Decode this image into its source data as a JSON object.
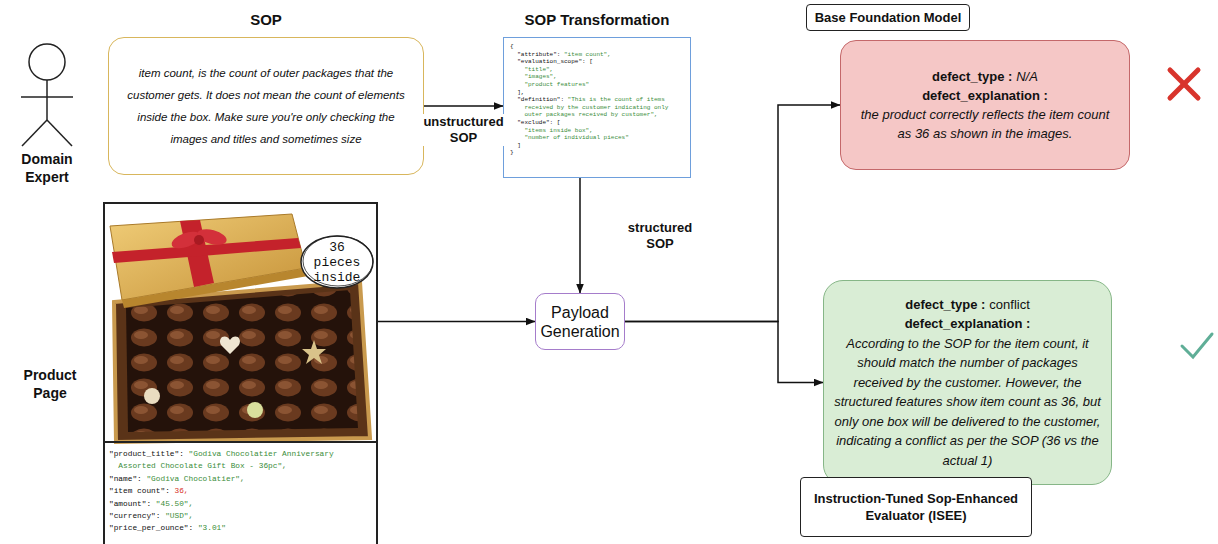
{
  "diagram": {
    "nodes": [
      {
        "text": [
          "SOP",
          "item count, is the count of outer packages that the customer gets. It does not mean the count of elements inside the box. Make sure you're only checking the images and titles and sometimes size"
        ]
      },
      {
        "text": [
          "SOP Transformation",
          "{",
          "\"attribute\":",
          "\"item count\",",
          "\"evaluation_scope\": [",
          "\"title\",",
          "\"images\",",
          "\"product features\"",
          "],",
          "\"definition\":",
          "\"This is the count of items received by the customer indicating only outer packages received by customer\",",
          "\"exclude\": [",
          "\"items inside box\",",
          "\"number of individual pieces\"",
          "]",
          "}"
        ]
      },
      {
        "text": [
          "Base Foundation Model"
        ]
      },
      {
        "text": [
          "defect_type :",
          "N/A",
          "defect_explanation :",
          "the product correctly reflects the item count as 36 as shown in the images."
        ]
      },
      {
        "text": [
          "\"product_title\":",
          "\"Godiva Chocolatier Anniversary Assorted Chocolate Gift Box - 36pc\",",
          "\"name\":",
          "\"Godiva Chocolatier\",",
          "\"item count\":",
          "36,",
          "\"amount\":",
          "\"45.50\",",
          "\"currency\":",
          "\"USD\",",
          "\"price_per_ounce\":",
          "\"3.01\""
        ]
      },
      {
        "text": [
          "36 pieces inside"
        ],
        "in": 4
      },
      {
        "text": [
          "Payload Generation"
        ]
      },
      {
        "text": [
          "defect_type :",
          "conflict",
          "defect_explanation :",
          "According to the SOP for the item count, it should match the number of packages received by the customer. However, the structured features show item count as 36, but only one box will be delivered to the customer, indicating a conflict as per the SOP (36 vs the actual 1)"
        ]
      },
      {
        "text": [
          "Instruction-Tuned Sop-Enhanced Evaluator (ISEE)"
        ]
      }
    ],
    "edges": [
      {
        "from": 0,
        "to": 1,
        "label": "unstructured SOP",
        "arrow": "to"
      },
      {
        "from": 1,
        "to": 6,
        "label": "structured SOP",
        "arrow": "to"
      },
      {
        "from": 4,
        "to": 6,
        "arrow": "to"
      },
      {
        "from": 6,
        "to": 3,
        "arrow": "to"
      },
      {
        "from": 6,
        "to": 7,
        "arrow": "to"
      }
    ],
    "labels": [
      "Domain Expert",
      "Product Page"
    ]
  }
}
